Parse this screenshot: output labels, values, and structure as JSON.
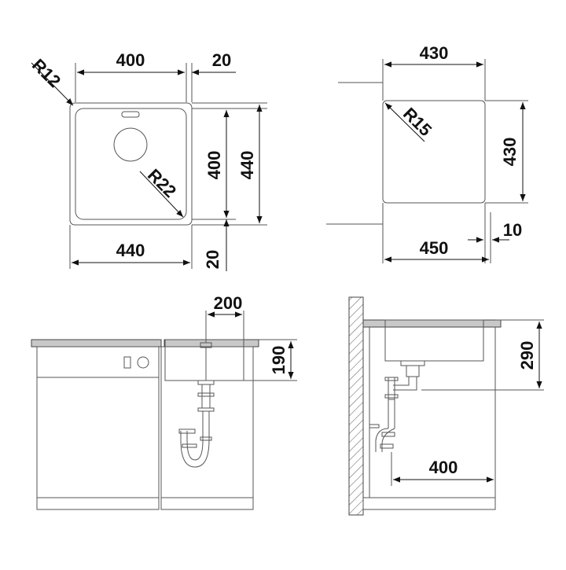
{
  "top_left": {
    "width_inner": "400",
    "flange": "20",
    "corner_radius_outer": "R12",
    "corner_radius_inner": "R22",
    "height_inner": "400",
    "height_outer": "440",
    "width_outer": "440",
    "flange_bottom": "20"
  },
  "top_right": {
    "width_top": "430",
    "corner_radius": "R15",
    "height": "430",
    "offset": "10",
    "width_bottom": "450"
  },
  "bottom_left": {
    "bowl_width": "200",
    "bowl_depth": "190"
  },
  "bottom_right": {
    "depth": "290",
    "wall_distance": "400"
  }
}
